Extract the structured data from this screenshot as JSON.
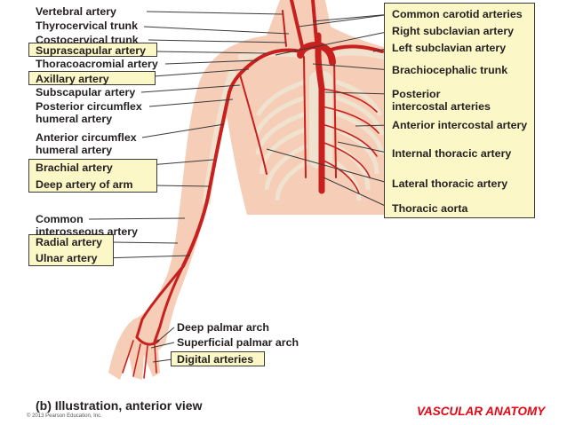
{
  "left_labels": [
    "Vertebral artery",
    "Thyrocervical trunk",
    "Costocervical trunk",
    "Suprascapular artery",
    "Thoracoacromial artery",
    "Axillary artery",
    "Subscapular artery",
    "Posterior circumflex",
    "humeral artery",
    "Anterior circumflex",
    "humeral artery",
    "Brachial artery",
    "Deep artery of arm",
    "Common",
    "interosseous artery",
    "Radial artery",
    "Ulnar artery"
  ],
  "right_labels": [
    "Common carotid arteries",
    "Right subclavian artery",
    "Left subclavian artery",
    "Brachiocephalic trunk",
    "Posterior",
    "intercostal arteries",
    "Anterior intercostal artery",
    "Internal thoracic artery",
    "Lateral thoracic artery",
    "Thoracic aorta"
  ],
  "hand_labels": [
    "Deep palmar arch",
    "Superficial palmar arch",
    "Digital arteries"
  ],
  "caption": "(b) Illustration, anterior view",
  "copyright": "© 2013 Pearson Education, Inc.",
  "brand": "VASCULAR ANATOMY",
  "colors": {
    "highlight": "#fbf7c6",
    "artery": "#c8201e",
    "skin": "#f6cdb6",
    "bone": "#efe3cf",
    "brand": "#e30613"
  }
}
